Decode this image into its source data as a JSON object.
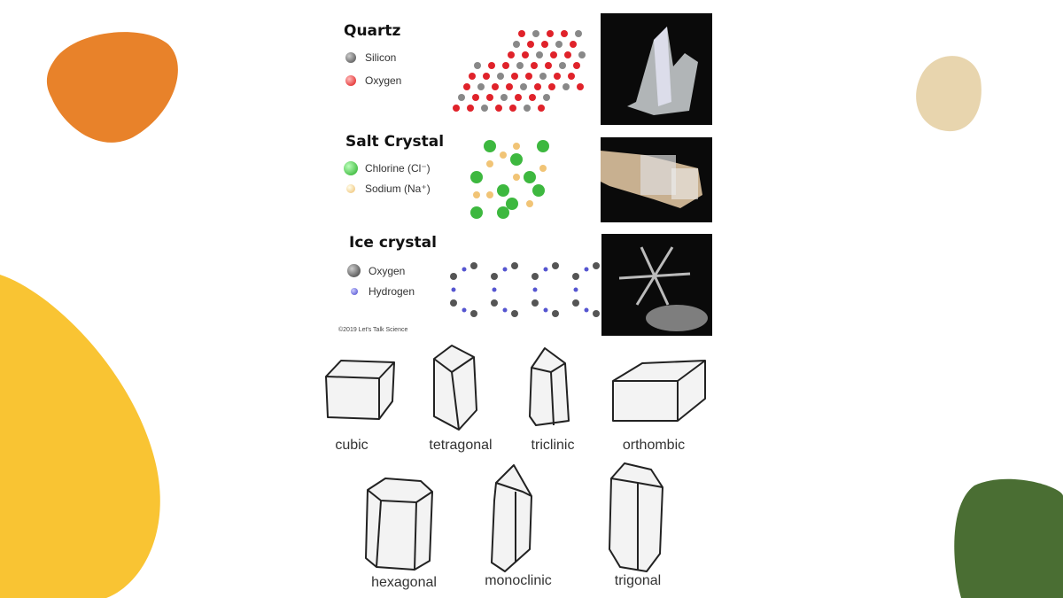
{
  "quartz": {
    "title": "Quartz",
    "legend": [
      "Silicon",
      "Oxygen"
    ]
  },
  "salt": {
    "title": "Salt Crystal",
    "legend": [
      "Chlorine (Cl⁻)",
      "Sodium (Na⁺)"
    ]
  },
  "ice": {
    "title": "Ice crystal",
    "legend": [
      "Oxygen",
      "Hydrogen"
    ]
  },
  "copyright": "©2019 Let's Talk Science",
  "systems": [
    "cubic",
    "tetragonal",
    "triclinic",
    "orthombic",
    "hexagonal",
    "monoclinic",
    "trigonal"
  ],
  "colors": {
    "orange": "#E8822A",
    "beige": "#E8D5AE",
    "yellow": "#F9C433",
    "green": "#4A6E33",
    "silicon": "#888888",
    "oxygen": "#E0222A",
    "chlorine": "#3DB83F",
    "sodium": "#F1C476",
    "hydrogen": "#5555D0"
  }
}
